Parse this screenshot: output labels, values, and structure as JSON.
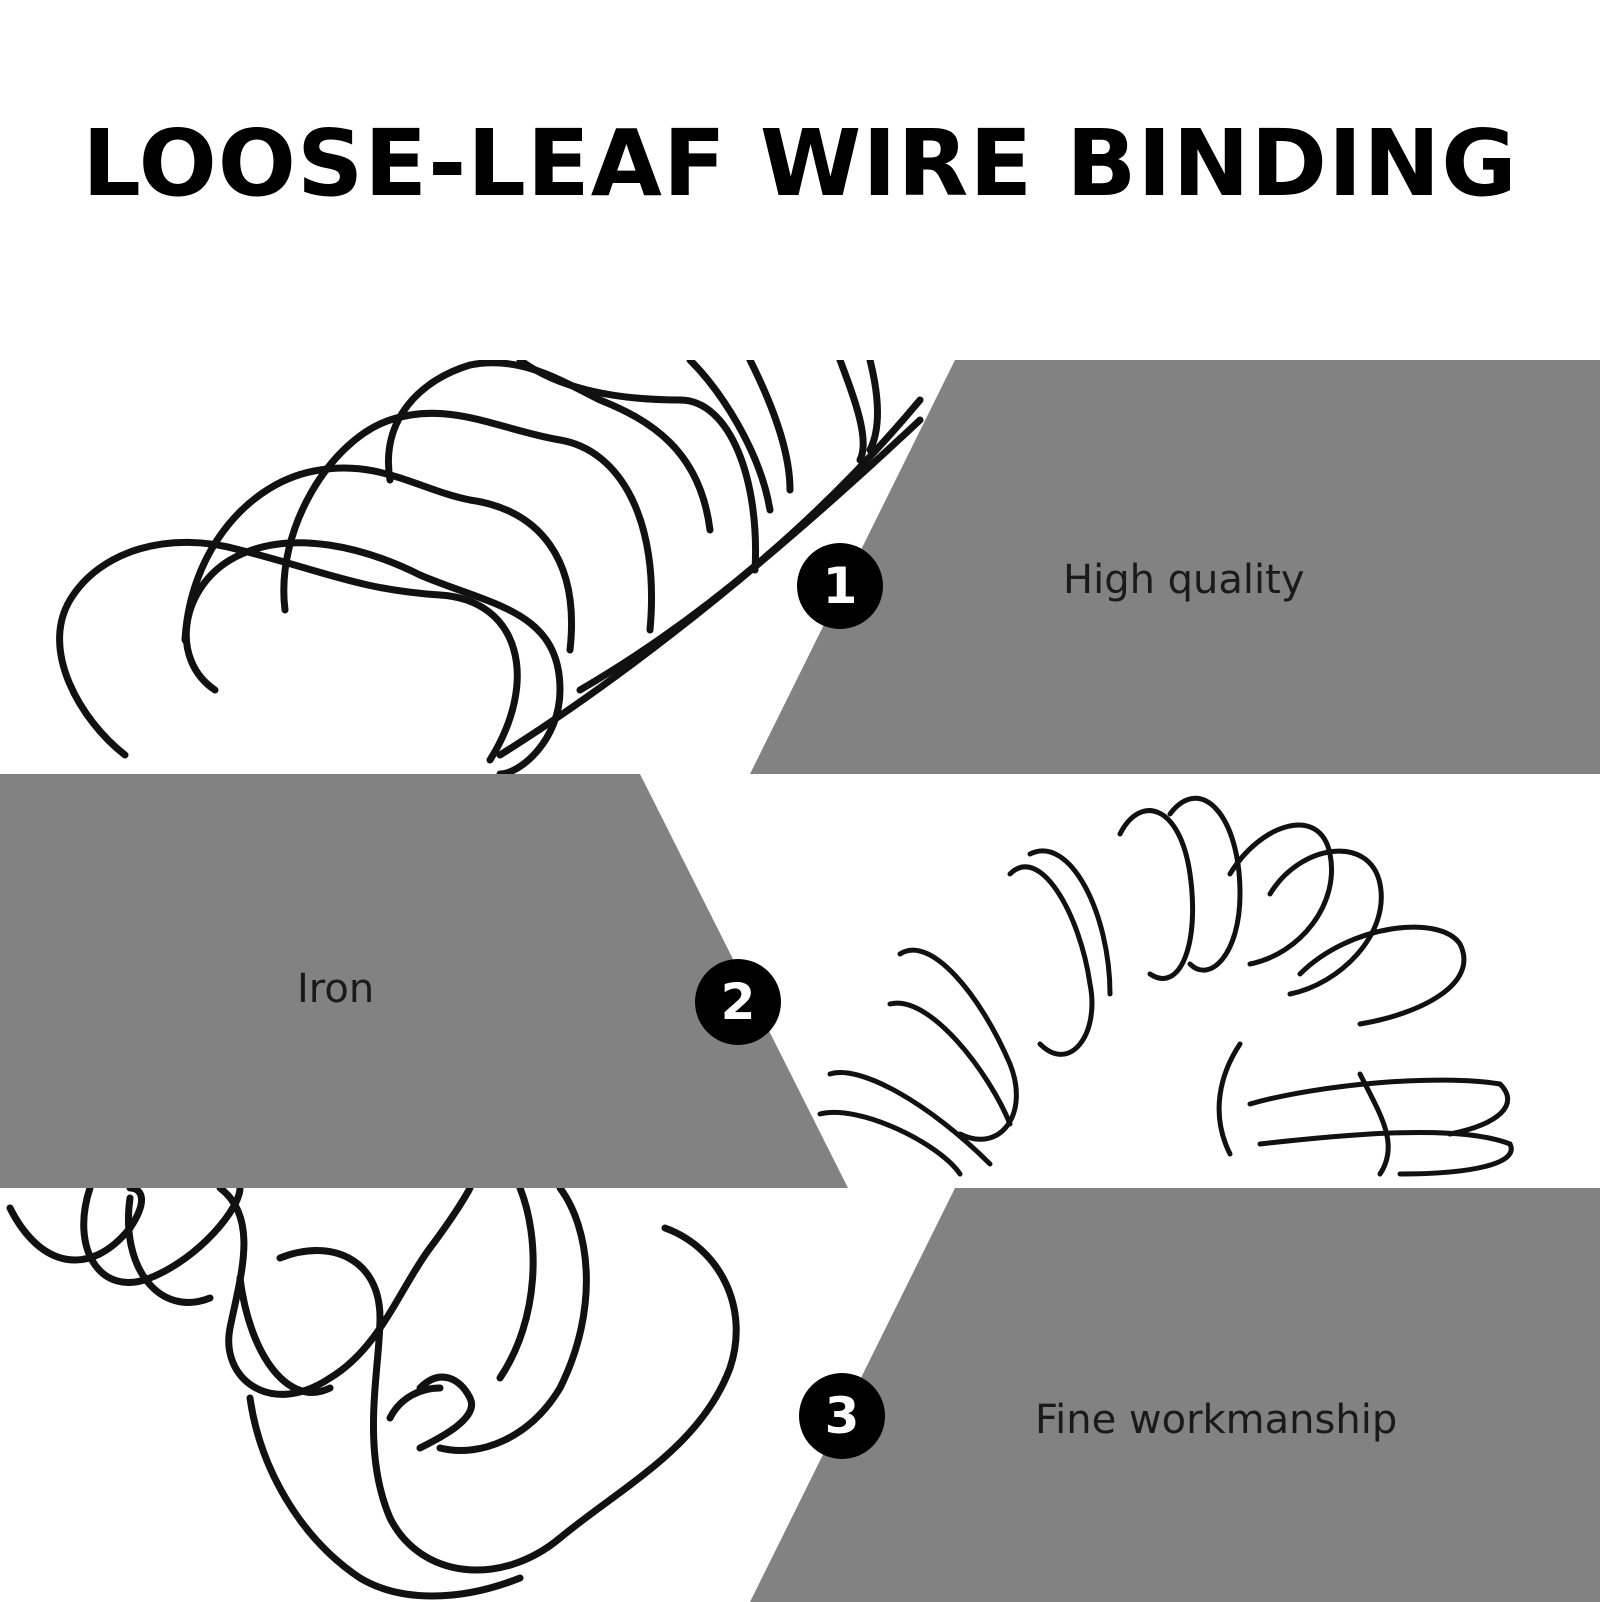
{
  "title": "LOOSE-LEAF WIRE BINDING",
  "colors": {
    "panel": "#828282",
    "wire": "#111111",
    "background": "#ffffff",
    "badge": "#000000"
  },
  "features": [
    {
      "number": "1",
      "label": "High quality",
      "image": "wire-coil-closeup"
    },
    {
      "number": "2",
      "label": "Iron",
      "image": "wire-coil-arc"
    },
    {
      "number": "3",
      "label": "Fine workmanship",
      "image": "wire-coil-loops"
    }
  ]
}
